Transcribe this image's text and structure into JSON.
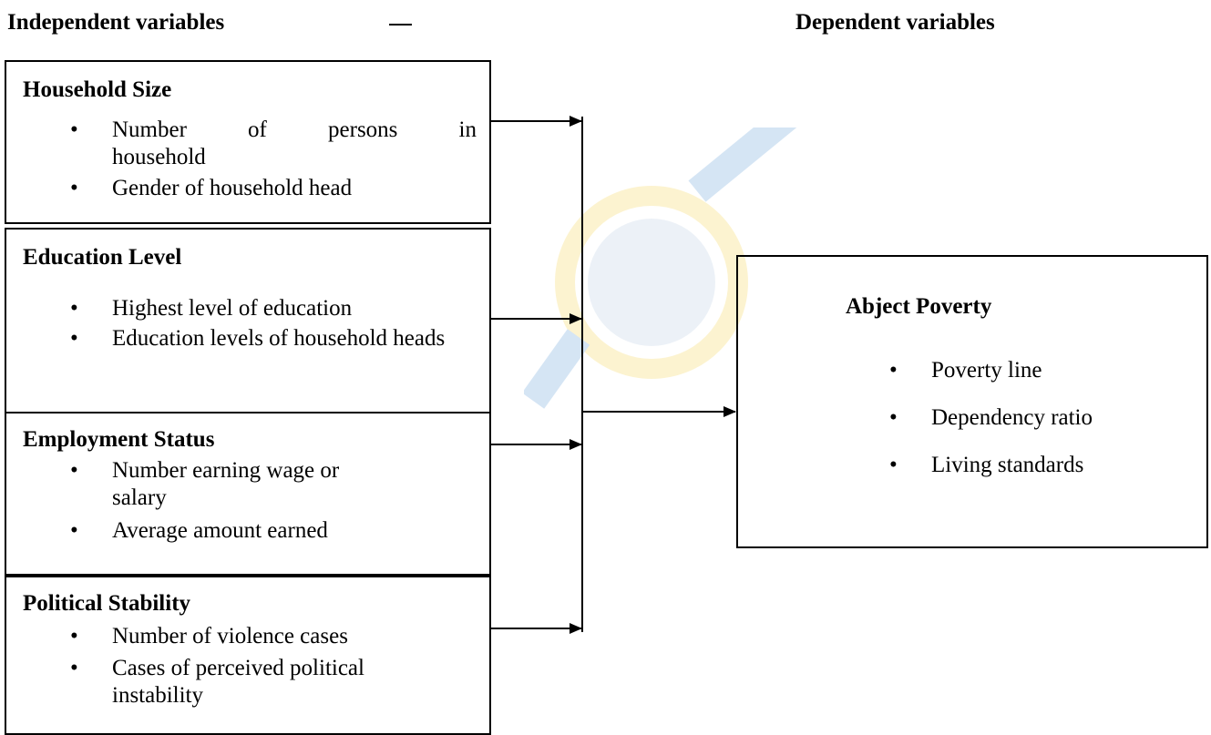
{
  "headings": {
    "independent": "Independent variables",
    "dependent": "Dependent variables"
  },
  "independent_boxes": [
    {
      "title": "Household Size",
      "items": [
        "Number of persons in household",
        "Gender of household head"
      ]
    },
    {
      "title": "Education Level",
      "items": [
        "Highest level of education",
        "Education levels of household heads"
      ]
    },
    {
      "title": "Employment Status",
      "items": [
        "Number earning wage or salary",
        "Average amount earned"
      ]
    },
    {
      "title": "Political Stability",
      "items": [
        "Number of violence cases",
        "Cases of perceived political instability"
      ]
    }
  ],
  "dependent_box": {
    "title": "Abject Poverty",
    "items": [
      "Poverty line",
      "Dependency ratio",
      "Living standards"
    ]
  },
  "colors": {
    "lines": "#000000",
    "watermark_gold": "#f2c200",
    "watermark_blue": "#1e73c8"
  }
}
